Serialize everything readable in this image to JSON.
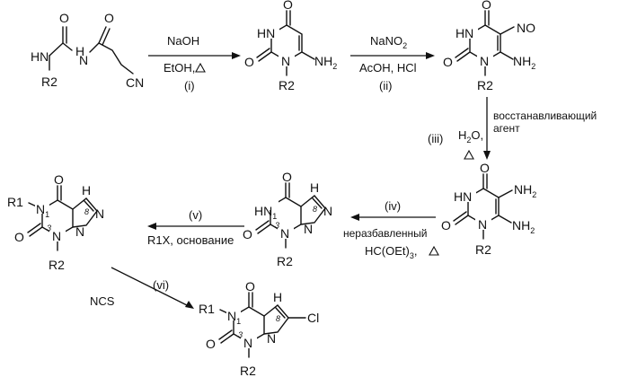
{
  "reactions": {
    "i": {
      "step": "(i)",
      "reagent": "NaOH",
      "solvent": "EtOH,"
    },
    "ii": {
      "step": "(ii)",
      "reagent": "NaNO",
      "reagent_sub": "2",
      "acid": "AcOH, HCl"
    },
    "iii": {
      "step": "(iii)",
      "water": "H",
      "water_sub": "2",
      "water_tail": "O,",
      "agent_line1": "восстанавливающий",
      "agent_line2": "агент"
    },
    "iv": {
      "step": "(iv)",
      "qualifier": "неразбавленный",
      "reagent": "HC(OEt)",
      "reagent_sub": "3",
      "reagent_tail": ","
    },
    "v": {
      "step": "(v)",
      "reagent": "R1X, основание"
    },
    "vi": {
      "step": "(vi)",
      "reagent": "NCS"
    }
  },
  "atoms": {
    "O": "O",
    "N": "N",
    "NH": "NH",
    "HN": "HN",
    "H": "H",
    "R1": "R1",
    "R2": "R2",
    "CN": "CN",
    "NH2": "NH",
    "NH2_sub": "2",
    "NO": "NO",
    "Cl": "Cl"
  },
  "ring_numbers": {
    "n1": "1",
    "n3": "3",
    "n8": "8"
  }
}
